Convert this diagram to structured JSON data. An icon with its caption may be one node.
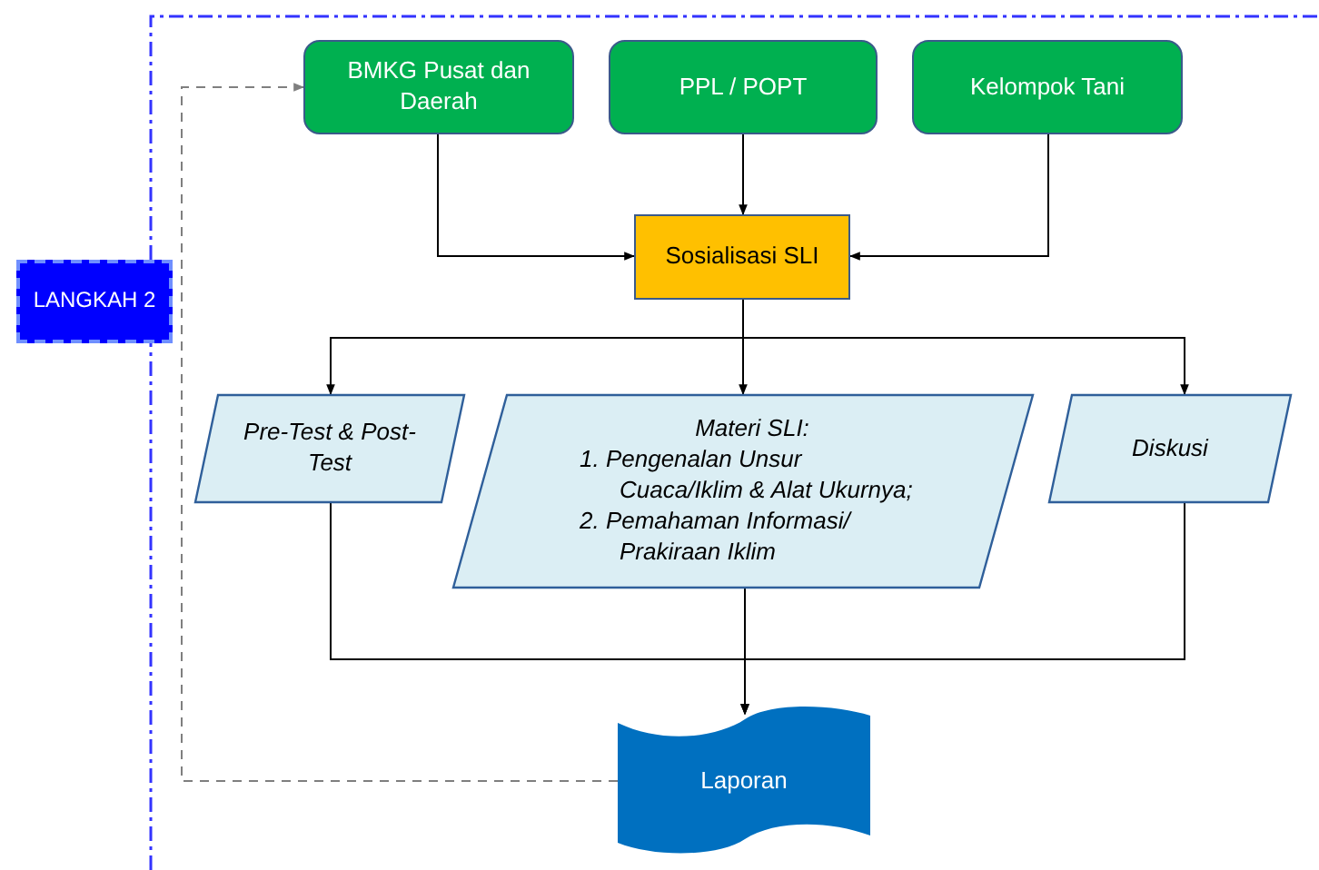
{
  "diagram": {
    "nodes": [
      {
        "text": [
          "LANGKAH 2"
        ]
      },
      {
        "text": [
          "BMKG Pusat dan Daerah"
        ]
      },
      {
        "text": [
          "PPL / POPT"
        ]
      },
      {
        "text": [
          "Kelompok Tani"
        ]
      },
      {
        "text": [
          "Sosialisasi SLI"
        ]
      },
      {
        "text": [
          "Pre-Test & Post-Test"
        ]
      },
      {
        "text": [
          "Materi SLI:",
          "1. Pengenalan Unsur Cuaca/Iklim & Alat Ukurnya;",
          "2. Pemahaman Informasi/ Prakiraan Iklim"
        ]
      },
      {
        "text": [
          "Diskusi"
        ]
      },
      {
        "text": [
          "Laporan"
        ]
      }
    ],
    "edges": [
      {
        "from": 1,
        "to": 4,
        "arrow": "to"
      },
      {
        "from": 2,
        "to": 4,
        "arrow": "to"
      },
      {
        "from": 3,
        "to": 4,
        "arrow": "to"
      },
      {
        "from": 4,
        "to": 5,
        "arrow": "to"
      },
      {
        "from": 4,
        "to": 6,
        "arrow": "to"
      },
      {
        "from": 4,
        "to": 7,
        "arrow": "to"
      },
      {
        "from": 5,
        "to": 8,
        "arrow": "to"
      },
      {
        "from": 6,
        "to": 8,
        "arrow": "to"
      },
      {
        "from": 7,
        "to": 8,
        "arrow": "to"
      },
      {
        "from": 8,
        "to": 1,
        "arrow": "to",
        "style": "dashed",
        "color": "#7f7f7f"
      }
    ]
  }
}
